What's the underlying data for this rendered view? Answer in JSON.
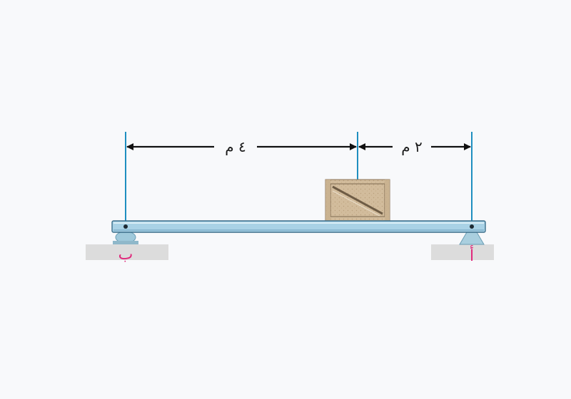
{
  "diagram": {
    "dimensions": [
      {
        "label": "٤ م"
      },
      {
        "label": "٢ م"
      }
    ],
    "supports": {
      "left_label": "ب",
      "right_label": "أ"
    },
    "colors": {
      "background": "#f8f9fb",
      "guide_line": "#1f8fc0",
      "beam_fill": "#a9d2e6",
      "beam_stroke": "#3c6e8a",
      "ground": "#dcdcdc",
      "support_label": "#e0267a",
      "crate": "#d2bc9c",
      "arrow": "#111111"
    }
  }
}
